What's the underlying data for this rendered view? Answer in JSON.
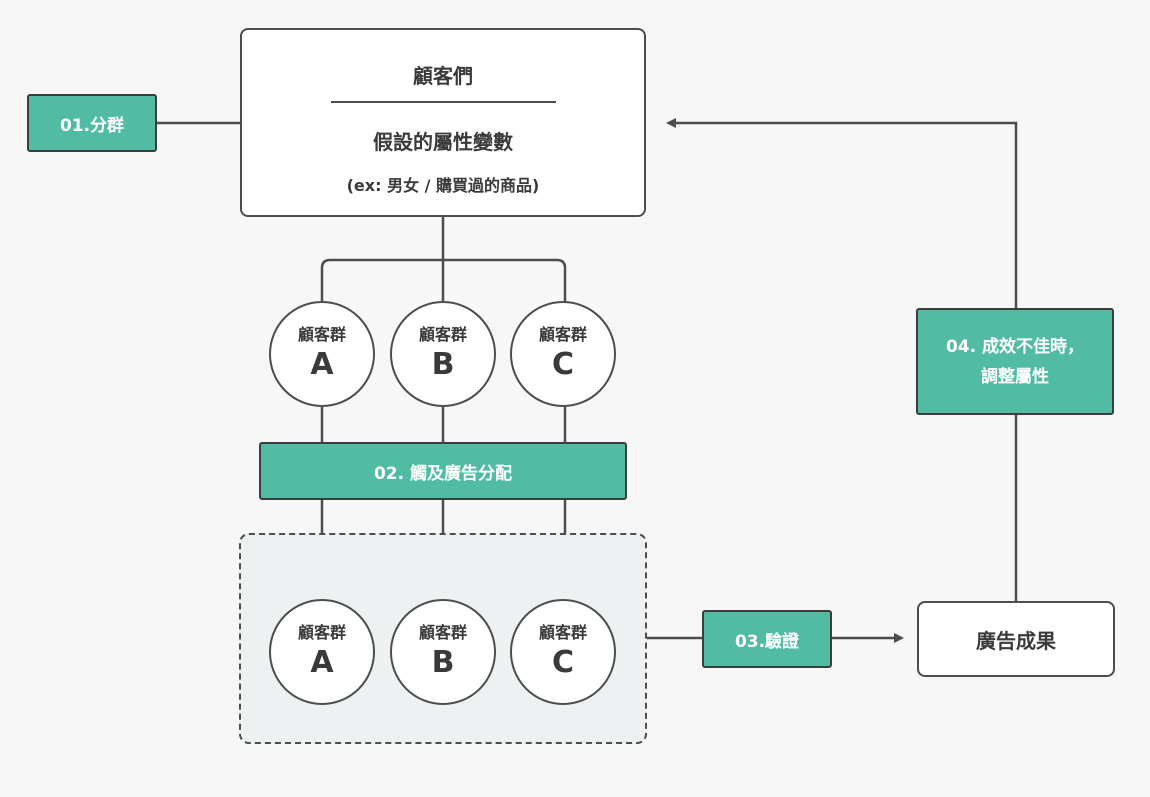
{
  "colors": {
    "accent": "#52bba3",
    "stroke": "#4d4d4d",
    "background": "#f7f7f7",
    "box": "#ffffff"
  },
  "top_box": {
    "title": "顧客們",
    "subtitle": "假設的屬性變數",
    "example": "(ex: 男女 / 購買過的商品)"
  },
  "steps": {
    "segment": "01.分群",
    "distribute": "02. 觸及廣告分配",
    "verify": "03.驗證",
    "adjust_line1": "04. 成效不佳時，",
    "adjust_line2": "調整屬性"
  },
  "result_box": "廣告成果",
  "groups_top": [
    {
      "name": "顧客群",
      "letter": "A"
    },
    {
      "name": "顧客群",
      "letter": "B"
    },
    {
      "name": "顧客群",
      "letter": "C"
    }
  ],
  "groups_bottom": [
    {
      "name": "顧客群",
      "letter": "A"
    },
    {
      "name": "顧客群",
      "letter": "B"
    },
    {
      "name": "顧客群",
      "letter": "C"
    }
  ]
}
